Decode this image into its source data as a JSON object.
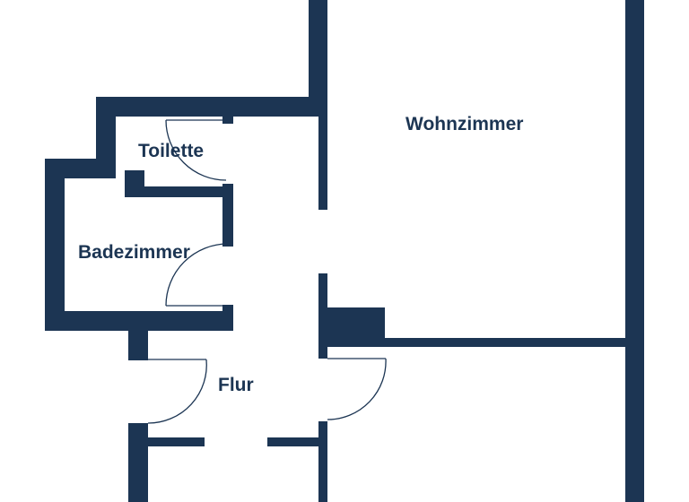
{
  "floorplan": {
    "colors": {
      "wall": "#1c3553",
      "background": "#ffffff"
    },
    "rooms": {
      "toilette": "Toilette",
      "badezimmer": "Badezimmer",
      "wohnzimmer": "Wohnzimmer",
      "flur": "Flur"
    }
  }
}
